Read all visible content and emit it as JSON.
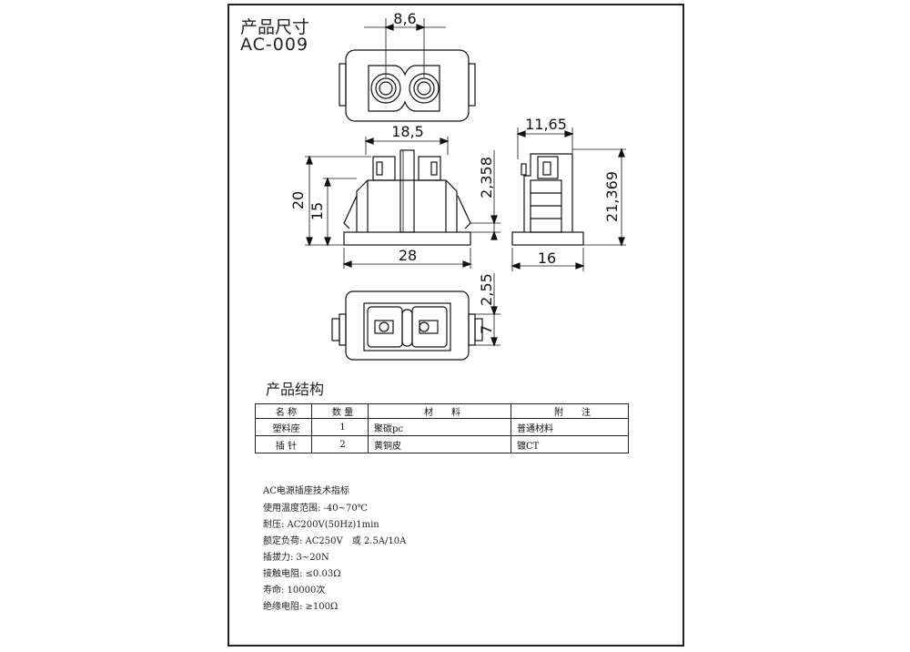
{
  "header": {
    "title_cn": "产品尺寸",
    "model": "AC-009"
  },
  "dimensions": {
    "pin_spacing": "8,6",
    "width_top": "18,5",
    "depth": "11,65",
    "height_total": "20",
    "height_body": "15",
    "flange_height": "2,358",
    "side_height": "21,369",
    "base_width": "28",
    "side_width": "16",
    "gap": "2,55",
    "panel_thickness": "7"
  },
  "structure": {
    "title": "产品结构",
    "columns": [
      "名 称",
      "数 量",
      "材　　料",
      "附　　注"
    ],
    "rows": [
      [
        "塑料座",
        "1",
        "聚碳pc",
        "普通材料"
      ],
      [
        "插 针",
        "2",
        "黄铜皮",
        "镀CT"
      ]
    ]
  },
  "specs": [
    "AC电源插座技术指标",
    "使用温度范围: -40~70℃",
    "耐压: AC200V(50Hz)1min",
    "额定负荷: AC250V　或 2.5A/10A",
    "插拔力: 3~20N",
    "接触电阻: ≤0.03Ω",
    "寿命: 10000次",
    "绝缘电阻: ≥100Ω"
  ]
}
